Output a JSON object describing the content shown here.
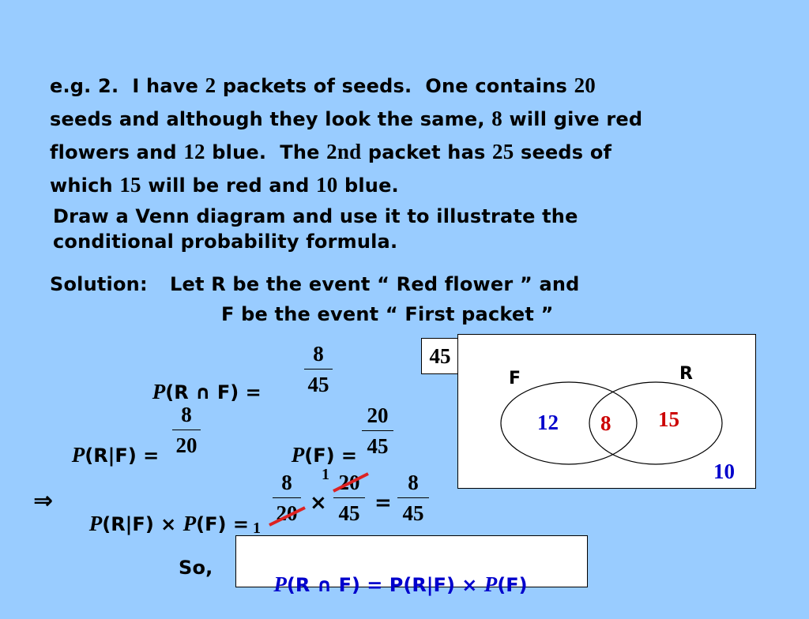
{
  "problem": {
    "lines": [
      [
        {
          "t": "e.g. 2.  I have "
        },
        {
          "n": "2"
        },
        {
          "t": " packets of seeds.  One contains "
        },
        {
          "n": "20"
        }
      ],
      [
        {
          "t": "seeds and although they look the same, "
        },
        {
          "n": "8"
        },
        {
          "t": " will give red"
        }
      ],
      [
        {
          "t": "flowers and "
        },
        {
          "n": "12"
        },
        {
          "t": " blue.  The "
        },
        {
          "n": "2nd"
        },
        {
          "t": " packet has "
        },
        {
          "n": "25"
        },
        {
          "t": " seeds of"
        }
      ],
      [
        {
          "t": "which "
        },
        {
          "n": "15"
        },
        {
          "t": " will be red and "
        },
        {
          "n": "10"
        },
        {
          "t": " blue."
        }
      ]
    ],
    "task_line1": "Draw a Venn diagram and use it to illustrate the",
    "task_line2": "conditional probability formula."
  },
  "solution": {
    "label": "Solution:",
    "line1": "Let R be the event “ Red flower ” and",
    "line2": "F be the event “ First packet ”"
  },
  "venn": {
    "total": "45",
    "label_F": "F",
    "label_R": "R",
    "only_F": "12",
    "both": "8",
    "only_R": "15",
    "neither": "10",
    "colors": {
      "only_F": "#0000cc",
      "both": "#cc0000",
      "only_R": "#cc0000",
      "neither": "#0000cc"
    }
  },
  "formulas": {
    "p_r_and_f": {
      "lhs_P": "P",
      "lhs_rest": "(R ∩ F) =",
      "num": "8",
      "den": "45"
    },
    "p_r_given_f": {
      "lhs_P": "P",
      "lhs_rest": "(R|F) =",
      "num": "8",
      "den": "20"
    },
    "p_f": {
      "lhs_P": "P",
      "lhs_rest": "(F) =",
      "num": "20",
      "den": "45"
    },
    "product": {
      "implies": "⇒",
      "P1": "P",
      "part1": "(R|F) × ",
      "P2": "P",
      "part2": "(F) =",
      "f1_num": "8",
      "f1_den": "20",
      "times": "×",
      "f2_num": "20",
      "f2_den": "45",
      "equals": "=",
      "f3_num": "8",
      "f3_den": "45",
      "cancel_top": "1",
      "cancel_bottom": "1",
      "cancel_color": "#dd2222"
    },
    "conclusion": {
      "so": "So,",
      "P1": "P",
      "part1": "(R ∩ F) = P(R|F) × ",
      "P2": "P",
      "part2": "(F)",
      "color": "#0000cc"
    }
  }
}
